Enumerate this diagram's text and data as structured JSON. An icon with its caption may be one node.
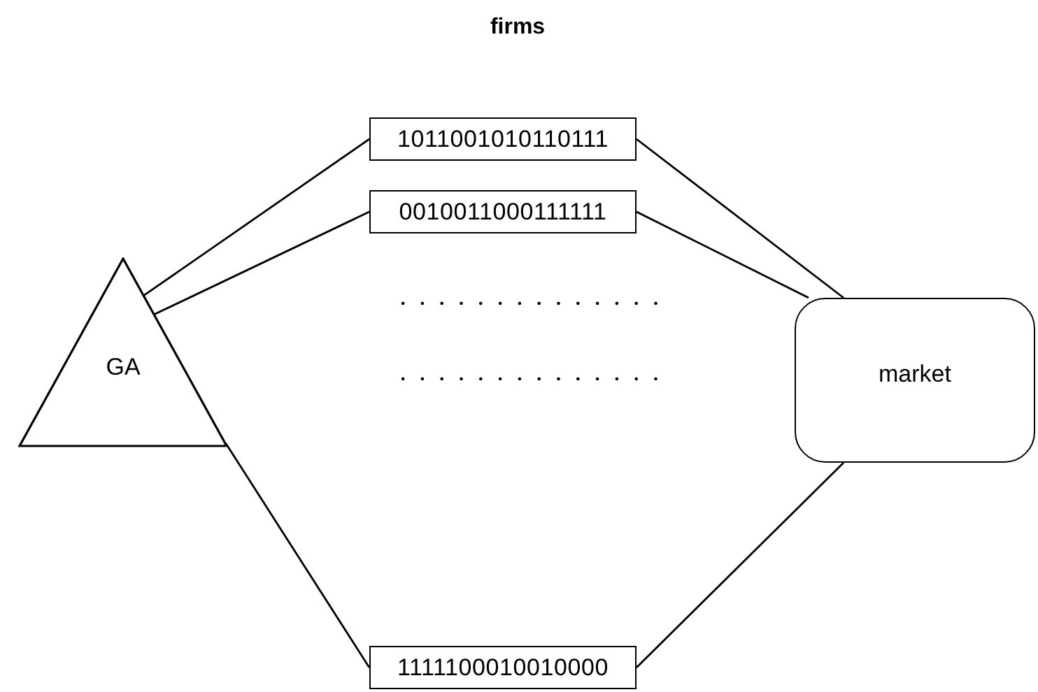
{
  "diagram": {
    "title": "firms",
    "nodes": [
      {
        "text": [
          "GA"
        ]
      },
      {
        "text": [
          "1011001010110111"
        ]
      },
      {
        "text": [
          "0010011000111111"
        ]
      },
      {
        "text": [
          "1111100010010000"
        ]
      },
      {
        "text": [
          "market"
        ]
      }
    ],
    "edges": [
      {
        "from": 0,
        "to": 1,
        "arrow": "none"
      },
      {
        "from": 0,
        "to": 2,
        "arrow": "none"
      },
      {
        "from": 0,
        "to": 3,
        "arrow": "none"
      },
      {
        "from": 1,
        "to": 4,
        "arrow": "none"
      },
      {
        "from": 2,
        "to": 4,
        "arrow": "none"
      },
      {
        "from": 3,
        "to": 4,
        "arrow": "none"
      }
    ]
  }
}
